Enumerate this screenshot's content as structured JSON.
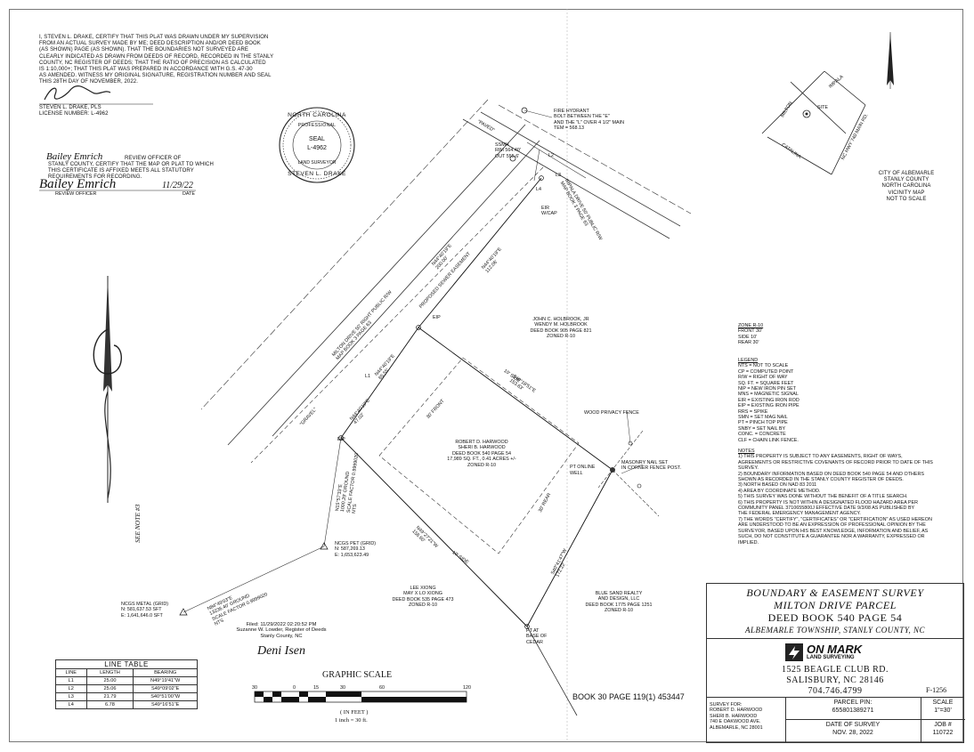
{
  "certificate": {
    "lines": [
      "I, STEVEN L. DRAKE, CERTIFY THAT THIS PLAT WAS DRAWN UNDER MY SUPERVISION",
      "FROM AN ACTUAL SURVEY MADE BY ME; DEED DESCRIPTION AND/OR DEED BOOK",
      "(AS SHOWN) PAGE (AS SHOWN). THAT THE BOUNDARIES NOT SURVEYED ARE",
      "CLEARLY INDICATED AS DRAWN FROM DEEDS OF RECORD, RECORDED IN THE STANLY",
      "COUNTY, NC REGISTER OF DEEDS; THAT THE RATIO OF PRECISION AS CALCULATED",
      "IS 1:10,000+; THAT THIS PLAT WAS PREPARED IN ACCORDANCE WITH G.S. 47-30",
      "AS AMENDED.  WITNESS MY ORIGINAL SIGNATURE, REGISTRATION NUMBER AND SEAL",
      "THIS 28TH DAY OF NOVEMBER, 2022."
    ],
    "surveyor": "STEVEN L. DRAKE, PLS",
    "license": "LICENSE NUMBER: L-4962"
  },
  "review": {
    "name": "Bailey Emrich",
    "lines": [
      "REVIEW OFFICER OF",
      "STANLY COUNTY, CERTIFY THAT THE MAP OR PLAT TO WHICH",
      "THIS CERTIFICATE IS AFFIXED MEETS ALL STATUTORY",
      "REQUIREMENTS FOR RECORDING."
    ],
    "signature": "Bailey Emrich",
    "date": "11/29/22",
    "officer_label": "REVIEW OFFICER",
    "date_label": "DATE"
  },
  "seal": {
    "top": "NORTH CAROLINA",
    "professional": "PROFESSIONAL",
    "seal": "SEAL",
    "number": "L-4962",
    "surveyor": "LAND SURVEYOR",
    "bottom": "STEVEN L. DRAKE"
  },
  "vicinity": {
    "impala": "IMPALA",
    "milton": "MILTON",
    "site": "SITE",
    "catalina": "CATALINA",
    "hwy": "NC HWY 740 MAIN RD.",
    "caption": [
      "CITY OF ALBEMARLE",
      "STANLY COUNTY",
      "NORTH CAROLINA",
      "VICINITY MAP",
      "NOT TO SCALE"
    ]
  },
  "map": {
    "fire_hydrant": [
      "FIRE HYDRANT",
      "BOLT BETWEEN THE \"E\"",
      "AND THE \"L\" OVER 4 1/2\" MAIN",
      "TEM = 568.13"
    ],
    "paved_top": "\"PAVED\"",
    "ssmh": [
      "SSMH",
      "RIM 564.40'",
      "OUT 555.6'"
    ],
    "impala_drive": [
      "IMPALA DRIVE 50' PUBLIC R/W",
      "MAP BOOK 3 PAGE 63"
    ],
    "eir": [
      "EIR",
      "W/CAP"
    ],
    "milton_drive": [
      "MILTON DRIVE 50' RIGHT PUBLIC R/W",
      "MAP BOOK 3 PAGE 63"
    ],
    "gravel": "\"GRAVEL\"",
    "sewer": "PROPOSED SEWER EASEMENT",
    "bearing_top1": [
      "N44°40'19\"E",
      "200.00'"
    ],
    "bearing_top2": [
      "N44°40'19\"E",
      "112.06'"
    ],
    "bearing_mid": [
      "N44°40'19\"E",
      "85.55'"
    ],
    "bearing_left": [
      "N44°40'19\"E",
      "47.02'"
    ],
    "eip1": "EIP",
    "eip2": "EIP",
    "l1": "L1",
    "l2": "L2",
    "l3": "L3",
    "l4": "L4",
    "holbrook": [
      "JOHN C. HOLBROOK, JR",
      "WENDY M. HOLBROOK",
      "DEED BOOK 905 PAGE 821",
      "ZONED R-10"
    ],
    "harwood": [
      "ROBERT D. HARWOOD",
      "SHERI B. HARWOOD",
      "DEED BOOK 540 PAGE 54",
      "17,989 SQ. FT., 0.41 ACRES +/-",
      "ZONED R-10"
    ],
    "front": "30' FRONT",
    "side1": "10' SIDE",
    "side2": "10' SIDE",
    "rear": "30' REAR",
    "bearing_right": [
      "S49°18'51\"E",
      "153.63'"
    ],
    "bearing_bottom_right": [
      "S40°41'47\"W",
      "172.22'"
    ],
    "bearing_bottom": [
      "N49°27'21\"W",
      "158.60'"
    ],
    "fence": "WOOD PRIVACY FENCE",
    "pt_online": "PT ONLINE",
    "well": "WELL",
    "masonry": [
      "MASONRY NAIL SET",
      "IN CORNER FENCE POST."
    ],
    "pt_cedar": [
      "PT AT",
      "BASE OF",
      "CEDAR"
    ],
    "xiong": [
      "LEE XIONG",
      "MAY X LO XIONG",
      "DEED BOOK 535 PAGE 473",
      "ZONED R-10"
    ],
    "bluesand": [
      "BLUE SAND REALTY",
      "AND DESIGN, LLC",
      "DEED BOOK 1775 PAGE 1251",
      "ZONED R-10"
    ],
    "ncgs_pet": [
      "NCGS PET (GRID)",
      "N: 587,269.13",
      "E: 1,653,623.49"
    ],
    "ncgs_metal": [
      "NCGS METAL (GRID)",
      "N: 581,637.53 SFT",
      "E: 1,641,646.0 SFT"
    ],
    "tie1": [
      "N15°57'33\"E",
      "1000.29' GROUND",
      "SCALE FACTOR 0.9999020",
      "NTS"
    ],
    "tie2": [
      "N84°49'03\"E",
      "13236.40' GROUND",
      "SCALE FACTOR 0.9999020",
      "NTS"
    ],
    "see_note": "SEE NOTE #3"
  },
  "zone": {
    "title": "ZONE R-10",
    "lines": [
      "FRONT 30'",
      "SIDE 10'",
      "REAR 30'"
    ]
  },
  "legend": {
    "title": "LEGEND",
    "items": [
      "NTS = NOT TO SCALE",
      "CP = COMPUTED POINT",
      "R/W = RIGHT OF WAY",
      "SQ. FT. = SQUARE FEET",
      "NIP = NEW IRON PIN SET",
      "MNS = MAGNETIC SIGNAL",
      "EIR = EXISTING IRON ROD",
      "EIP = EXISTING IRON PIPE",
      "RRS = SPIKE",
      "SMN = SET MAG NAIL",
      "PT = PINCH TOP PIPE",
      "SNBY = SET NAIL BY",
      "CONC. = CONCRETE",
      "CLF = CHAIN LINK FENCE."
    ]
  },
  "notes": {
    "title": "NOTES",
    "lines": [
      "1) THIS PROPERTY IS SUBJECT TO ANY EASEMENTS, RIGHT OF WAYS,",
      "AGREEMENTS OR RESTRICTIVE COVENANTS OF RECORD PRIOR TO DATE OF THIS",
      "SURVEY.",
      "2) BOUNDARY INFORMATION BASED ON DEED BOOK 540 PAGE 54 AND OTHERS",
      "SHOWN AS RECORDED IN THE STANLY COUNTY REGISTER OF DEEDS.",
      "3) NORTH BASED ON NAD 83 2011",
      "4) AREA BY COORDINATE METHOD.",
      "5) THIS SURVEY WAS DONE WITHOUT THE BENEFIT OF A TITLE SEARCH.",
      "6) THIS PROPERTY IS NOT WITHIN A DESIGNATED FLOOD HAZARD AREA PER",
      "COMMUNITY PANEL 3710655800J EFFECTIVE DATE 9/3/08 AS PUBLISHED BY",
      "THE FEDERAL EMERGENCY MANAGEMENT AGENCY.",
      "7) THE WORDS \"CERTIFY\", \"CERTIFICATES\" OR \"CERTIFICATION\" AS USED HEREON",
      "ARE UNDERSTOOD TO BE AN EXPRESSION OF PROFESSIONAL OPINION BY THE",
      "SURVEYOR, BASED UPON HIS BEST KNOWLEDGE, INFORMATION AND BELIEF, AS",
      "SUCH, DO NOT CONSTITUTE A GUARANTEE NOR A WARRANTY, EXPRESSED OR",
      "IMPLIED."
    ]
  },
  "filed": {
    "lines": [
      "Filed: 11/29/2022 02:20:52 PM",
      "Suzanne W. Lowder, Register of Deeds",
      "Stanly County, NC"
    ],
    "signature": "Deni Isen"
  },
  "line_table": {
    "title": "LINE TABLE",
    "headers": [
      "LINE",
      "LENGTH",
      "BEARING"
    ],
    "rows": [
      [
        "L1",
        "25.00",
        "N49°19'41\"W"
      ],
      [
        "L2",
        "25.06",
        "S49°09'02\"E"
      ],
      [
        "L3",
        "21.79",
        "S40°51'00\"W"
      ],
      [
        "L4",
        "6.78",
        "S49°16'51\"E"
      ]
    ]
  },
  "graphic_scale": {
    "title": "GRAPHIC SCALE",
    "ticks": [
      "30",
      "0",
      "15",
      "30",
      "60",
      "120"
    ],
    "unit": "( IN FEET )",
    "ratio": "1 inch = 30 ft."
  },
  "book": "BOOK 30 PAGE 119(1) 453447",
  "title_block": {
    "line1": "BOUNDARY & EASEMENT SURVEY",
    "line2": "MILTON DRIVE PARCEL",
    "line3": "DEED BOOK 540 PAGE 54",
    "line4": "ALBEMARLE TOWNSHIP, STANLY COUNTY, NC",
    "company": "ON MARK",
    "company_sub": "LAND SURVEYING",
    "address1": "1525 BEAGLE CLUB RD.",
    "address2": "SALISBURY, NC 28146",
    "phone": "704.746.4799",
    "firm": "F-1256",
    "survey_for_label": "SURVEY FOR:",
    "survey_for": [
      "ROBERT D. HARWOOD",
      "SHERI B. HARWOOD",
      "740 E OAKWOOD AVE.",
      "ALBEMARLE, NC 28001"
    ],
    "pin_label": "PARCEL PIN:",
    "pin": "655801389271",
    "scale_label": "SCALE",
    "scale": "1\"=30'",
    "date_label": "DATE OF SURVEY",
    "date": "NOV. 28, 2022",
    "job_label": "JOB #",
    "job": "110722"
  }
}
